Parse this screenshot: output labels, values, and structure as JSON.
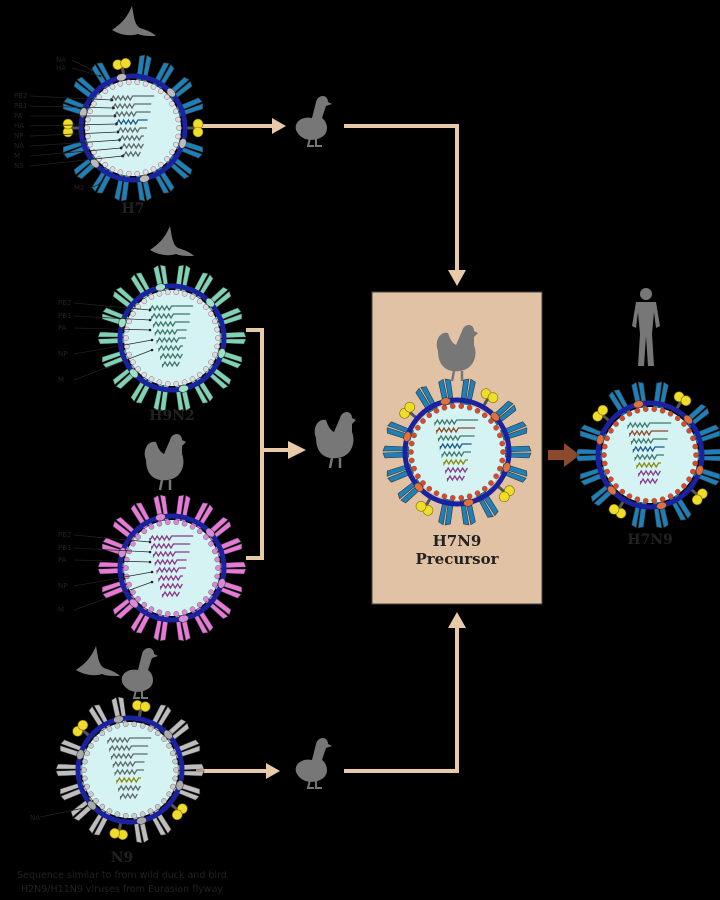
{
  "labels": {
    "h7": "H7",
    "h9n2": "H9N2",
    "n9": "N9",
    "precursor_line1": "H7N9",
    "precursor_line2": "Precursor",
    "final": "H7N9",
    "note_line1": "Sequence similar to from wild duck and bird",
    "note_line2": "H2N9/H11N9 viruses from Eurasian flyway"
  },
  "gene_labels": {
    "h7_top": [
      "NA",
      "HA"
    ],
    "h7_segments": [
      "PB2",
      "PB1",
      "PA",
      "HA",
      "NP",
      "NA",
      "M",
      "NS"
    ],
    "h7_bottom": "M2",
    "internal": [
      "PB2",
      "PB1",
      "PA",
      "NP",
      "M"
    ],
    "n9": "NA"
  },
  "colors": {
    "background": "#000000",
    "arrow": "#e8c9a8",
    "arrow_final": "#8b4a2b",
    "box": "#e2c2a4",
    "h7_spikes": "#1f7fb8",
    "h9n2_spikes": "#7fd2b4",
    "pink_spikes": "#e77ad8",
    "n9_spikes": "#bdbdbd",
    "na_head": "#f0dc2a",
    "envelope": "#1a22a0",
    "core": "#d6f3f3",
    "matrix_beads": "#e8d8e0",
    "red_beads": "#d94a2a",
    "silhouette": "#777777"
  },
  "icons": [
    "duck-icon",
    "bird-icon",
    "chicken-icon",
    "human-icon"
  ]
}
